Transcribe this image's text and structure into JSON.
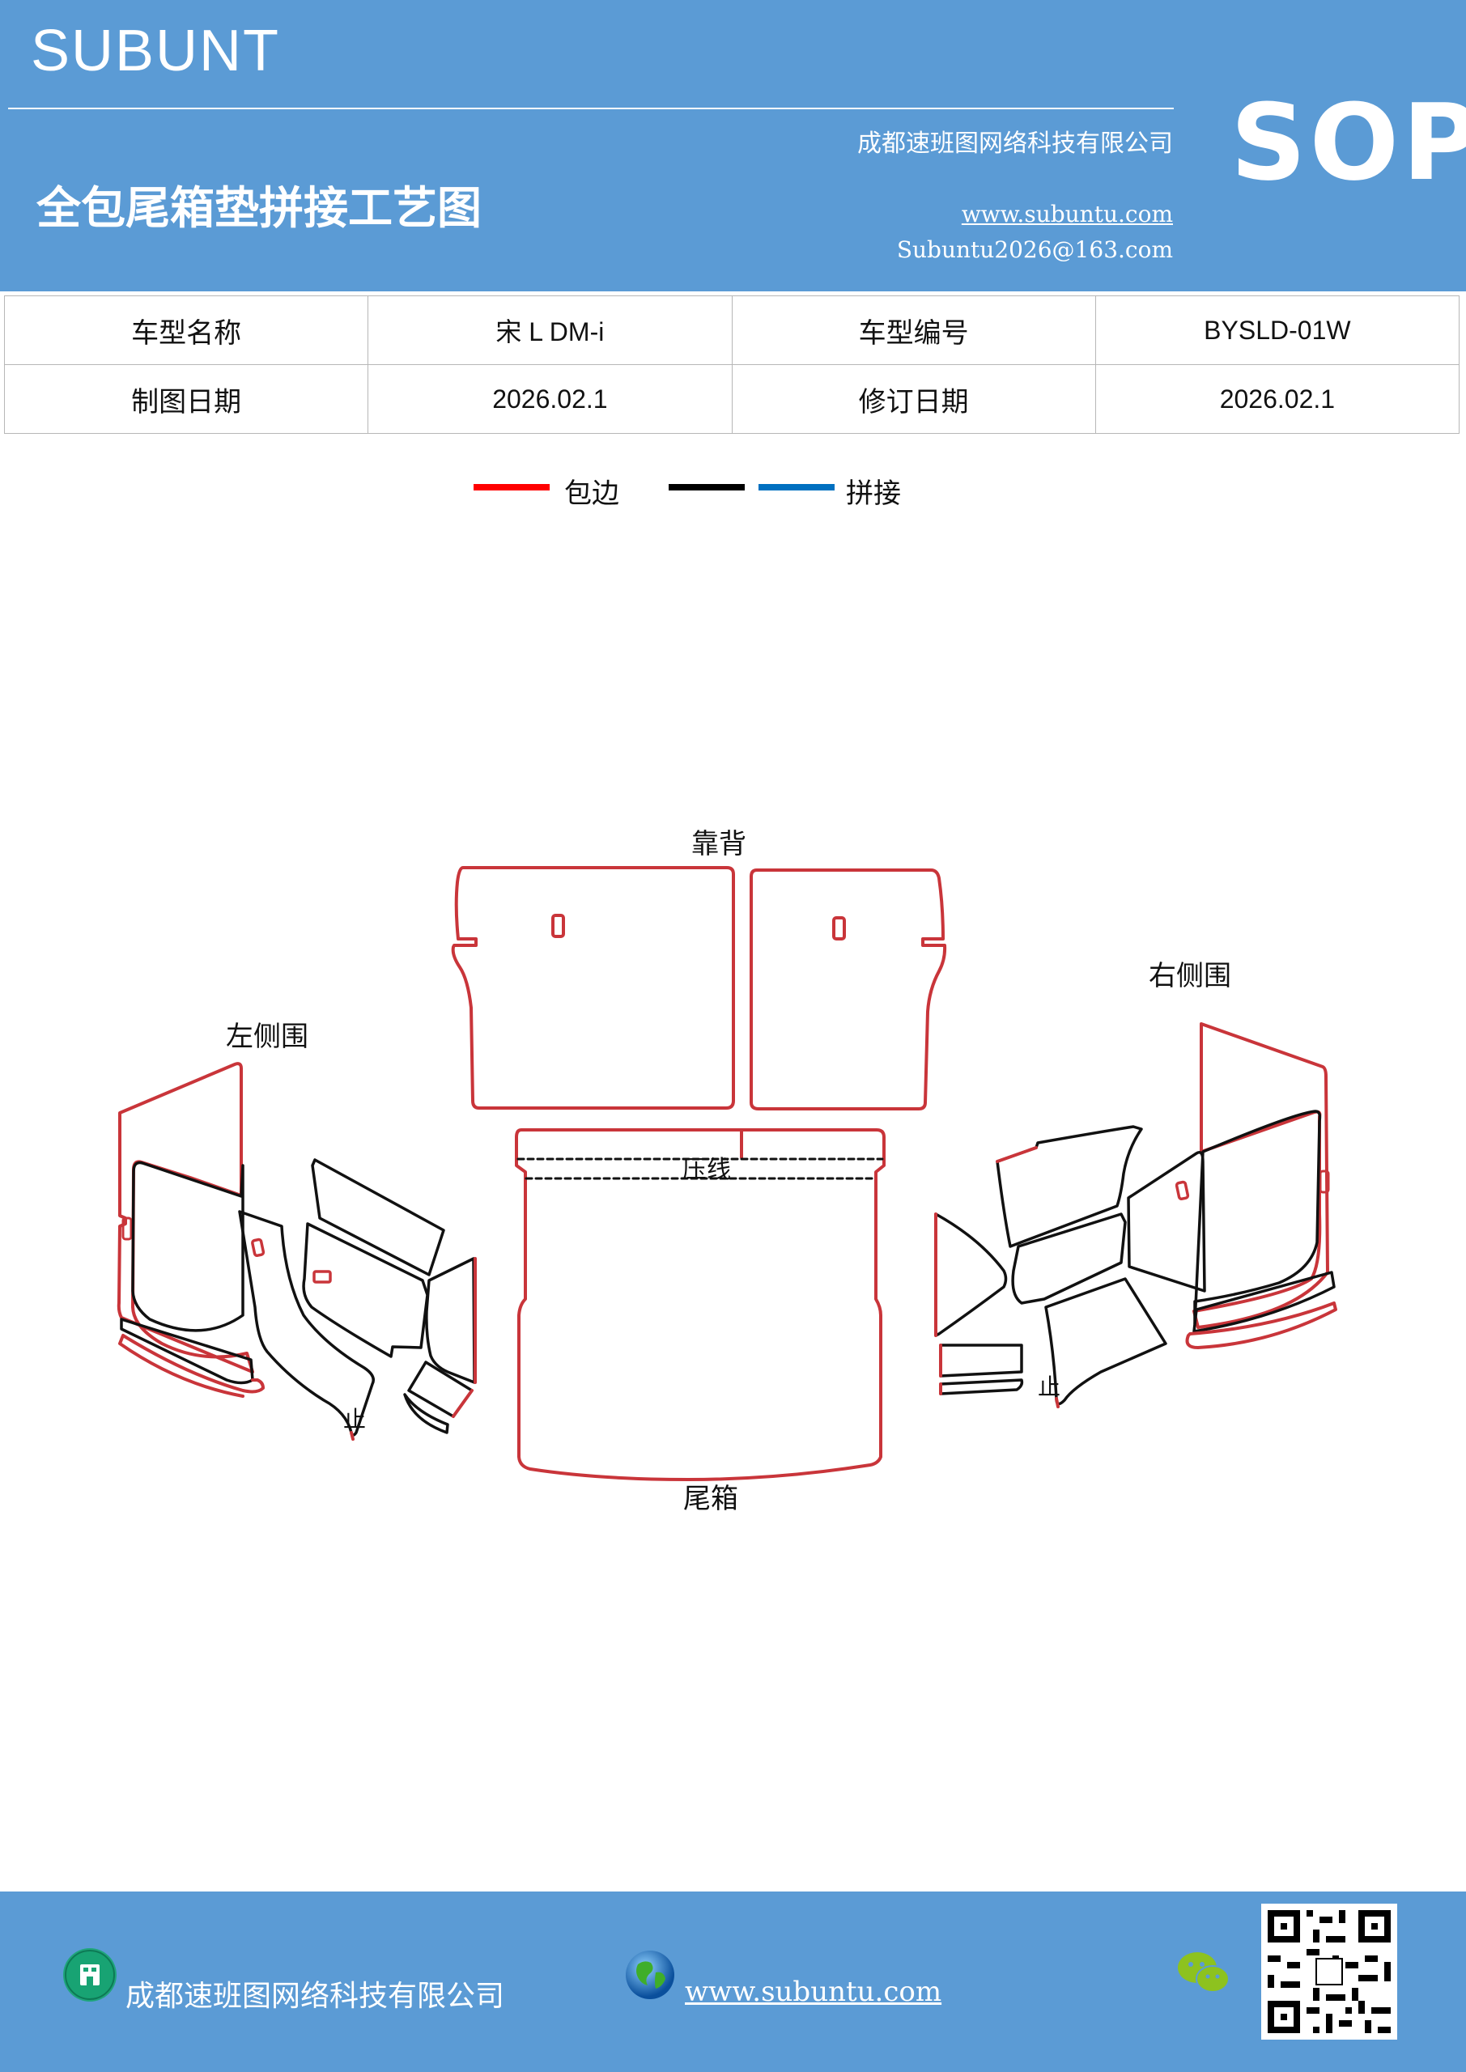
{
  "header": {
    "brand": "SUBUNT",
    "company": "成都速班图网络科技有限公司",
    "title": "全包尾箱垫拼接工艺图",
    "website": "www.subuntu.com",
    "email": "Subuntu2026@163.com",
    "badge": "SOP",
    "color": "#5b9bd5"
  },
  "info_table": {
    "model_name_label": "车型名称",
    "model_name_value": "宋 L  DM-i",
    "model_code_label": "车型编号",
    "model_code_value": "BYSLD-01W",
    "drawing_date_label": "制图日期",
    "drawing_date_value": "2026.02.1",
    "revision_date_label": "修订日期",
    "revision_date_value": "2026.02.1"
  },
  "legend": {
    "edging_label": "包边",
    "edging_color": "#ff0000",
    "black_color": "#000000",
    "splice_label": "拼接",
    "splice_color": "#0070c0"
  },
  "diagram": {
    "backrest_label": "靠背",
    "left_side_label": "左侧围",
    "right_side_label": "右侧围",
    "trunk_label": "尾箱",
    "crease_label": "压线",
    "stop_mark": "止",
    "edge_color": "#c9353a"
  },
  "footer": {
    "company": "成都速班图网络科技有限公司",
    "website": "www.subuntu.com",
    "icons": [
      "building-icon",
      "globe-icon",
      "wechat-icon",
      "qr-code"
    ]
  }
}
